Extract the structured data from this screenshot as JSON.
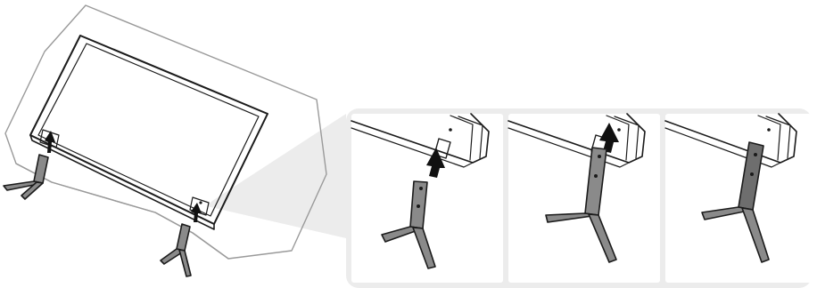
{
  "figure": {
    "steps": [
      {
        "id": "step-1",
        "action": "insert-stand-arrow"
      },
      {
        "id": "step-2",
        "action": "slide-stand-arrow"
      },
      {
        "id": "step-3",
        "action": "stand-attached"
      }
    ],
    "colors": {
      "line": "#1b1b1b",
      "stand": "#8a8a8a",
      "stand_dark": "#6e6e6e",
      "panel_bg": "#f2f2f2",
      "callout": "#ececec",
      "soft_cushion": "#9a9a9a",
      "arrow": "#111111"
    },
    "icons": [
      "tv-back-icon",
      "stand-leg-icon",
      "up-arrow-icon",
      "hole-icon"
    ]
  }
}
